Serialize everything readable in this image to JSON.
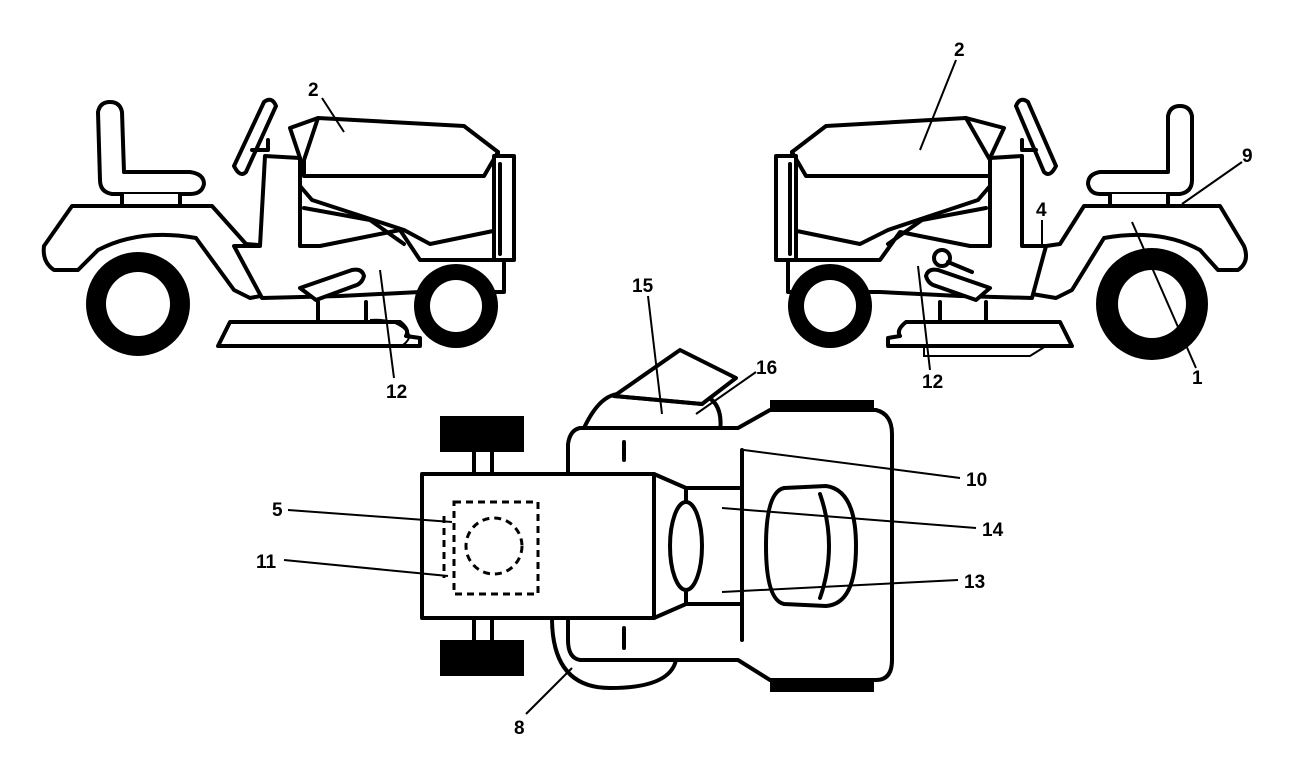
{
  "callouts": {
    "c1": "1",
    "c2_left": "2",
    "c2_right": "2",
    "c4": "4",
    "c5": "5",
    "c8": "8",
    "c9": "9",
    "c10": "10",
    "c11": "11",
    "c12_left": "12",
    "c12_right": "12",
    "c13": "13",
    "c14": "14",
    "c15": "15",
    "c16": "16"
  }
}
